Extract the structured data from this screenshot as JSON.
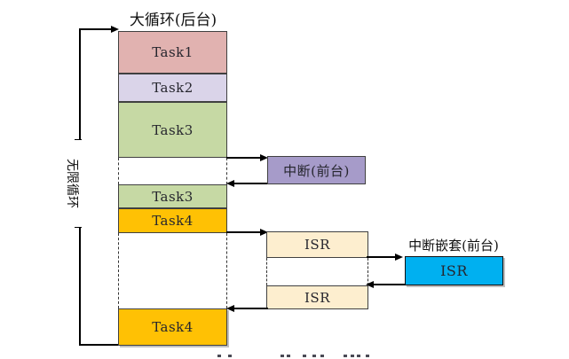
{
  "diagram": {
    "title": "大循环(后台)",
    "loop_label": "无限循环",
    "interrupt_box_label": "中断(前台)",
    "nested_interrupt_label": "中断嵌套(前台)",
    "tasks": [
      {
        "label": "Task1",
        "color": "#e1b2b0"
      },
      {
        "label": "Task2",
        "color": "#dad4e9"
      },
      {
        "label": "Task3",
        "color": "#c6d9a4"
      },
      {
        "label": "Task3",
        "color": "#c6d9a4"
      },
      {
        "label": "Task4",
        "color": "#ffc104"
      },
      {
        "label": "Task4",
        "color": "#ffc104"
      }
    ],
    "isr_boxes": [
      {
        "label": "ISR",
        "color": "#fdeecf"
      },
      {
        "label": "ISR",
        "color": "#fdeecf"
      },
      {
        "label": "ISR",
        "color": "#00b0f0"
      }
    ],
    "colors": {
      "interrupt_box": "#a69bc9",
      "line": "#000000",
      "border": "#404040"
    },
    "caption_marks": [
      245,
      257,
      316,
      323,
      341,
      352,
      361,
      387,
      395,
      402,
      412
    ]
  }
}
